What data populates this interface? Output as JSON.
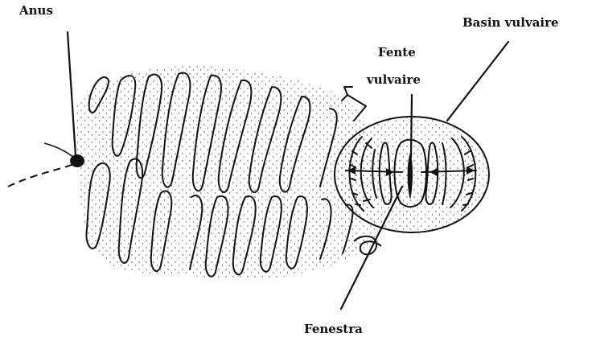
{
  "labels": {
    "anus": "Anus",
    "basin_vulvaire": "Basin vulvaire",
    "fente_line1": "Fente",
    "fente_line2": "vulvaire",
    "fenestra": "Fenestra"
  },
  "colors": {
    "ink": "#111111",
    "background": "#ffffff"
  }
}
